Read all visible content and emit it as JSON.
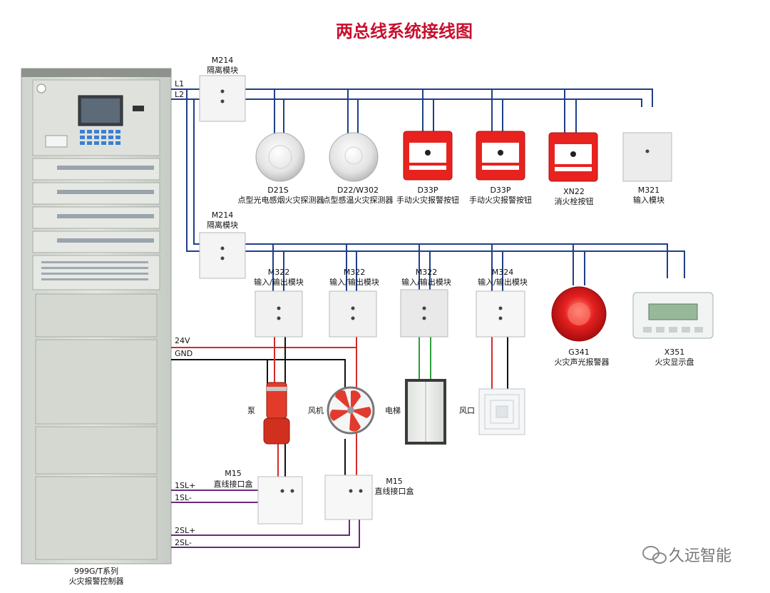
{
  "title": "两总线系统接线图",
  "controller": {
    "model": "999G/T系列",
    "name": "火灾报警控制器"
  },
  "wires": {
    "l1": "L1",
    "l2": "L2",
    "v24": "24V",
    "gnd": "GND",
    "sl1p": "1SL+",
    "sl1m": "1SL-",
    "sl2p": "2SL+",
    "sl2m": "2SL-"
  },
  "isolators": [
    {
      "model": "M214",
      "name": "隔离模块"
    },
    {
      "model": "M214",
      "name": "隔离模块"
    }
  ],
  "bus1_devices": [
    {
      "model": "D21S",
      "name": "点型光电感烟火灾探测器"
    },
    {
      "model": "D22/W302",
      "name": "点型感温火灾探测器"
    },
    {
      "model": "D33P",
      "name": "手动火灾报警按钮"
    },
    {
      "model": "D33P",
      "name": "手动火灾报警按钮"
    },
    {
      "model": "XN22",
      "name": "消火栓按钮"
    },
    {
      "model": "M321",
      "name": "输入模块"
    }
  ],
  "bus2_modules": [
    {
      "model": "M322",
      "name": "输入/输出模块"
    },
    {
      "model": "M322",
      "name": "输入/输出模块"
    },
    {
      "model": "M322",
      "name": "输入/输出模块"
    },
    {
      "model": "M324",
      "name": "输入/输出模块"
    }
  ],
  "bus2_devices": [
    {
      "model": "G341",
      "name": "火灾声光报警器"
    },
    {
      "model": "X351",
      "name": "火灾显示盘"
    }
  ],
  "equipment": {
    "pump": "泵",
    "fan": "风机",
    "elevator": "电梯",
    "vent": "风口"
  },
  "direct_boxes": [
    {
      "model": "M15",
      "name": "直线接口盒"
    },
    {
      "model": "M15",
      "name": "直线接口盒"
    }
  ],
  "watermark": "久远智能",
  "colors": {
    "bus": "#1f3f8a",
    "power24v": "#d42a2a",
    "gnd": "#111111",
    "sl": "#6a2a7a",
    "green": "#2e9e3a",
    "title": "#c8102e"
  }
}
